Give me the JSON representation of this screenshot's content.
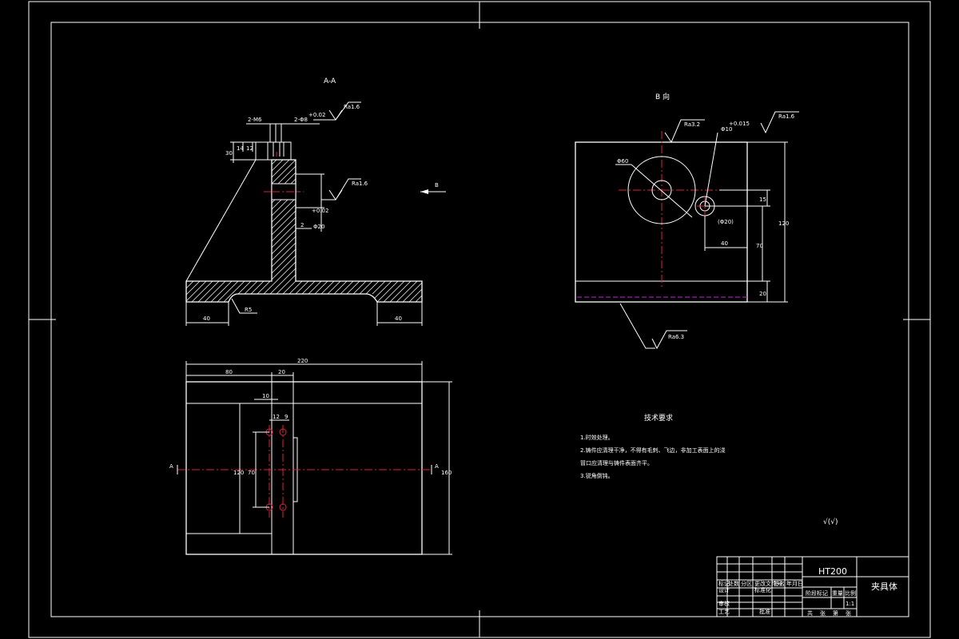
{
  "section_view": {
    "title": "A-A",
    "dims": {
      "holes_m": "2-M6",
      "holes_phi": "2-Φ8",
      "phi_tol": "+0.02",
      "rough_top": "Ra1.6",
      "rough_bore": "Ra1.6",
      "bore_dim": "Φ20",
      "bore_tol": "+0.02",
      "h30": "30",
      "h14": "14",
      "h12": "12",
      "gap2": "2",
      "radius": "R5",
      "left40": "40",
      "right40": "40"
    }
  },
  "arrow_b": {
    "label": "B"
  },
  "view_b": {
    "title": "B 向",
    "dims": {
      "rough_top": "Ra3.2",
      "rough_right": "Ra1.6",
      "rough_bottom": "Ra6.3",
      "phi60": "Φ60",
      "phi_small": "Φ10",
      "phi_small_tol": "+0.015",
      "phi20": "(Φ20)",
      "d15": "15",
      "d40": "40",
      "d70": "70",
      "d120": "120",
      "d20": "20"
    }
  },
  "plan_view": {
    "dims": {
      "w220": "220",
      "w80": "80",
      "w20": "20",
      "w10": "10",
      "w12": "12",
      "w9": "9",
      "h120": "120",
      "h70": "70",
      "h160": "160"
    },
    "section_mark": "A"
  },
  "tech_req": {
    "title": "技术要求",
    "lines": [
      "1.时效处理。",
      "2.铸件应清理干净，不得有毛刺、飞边，非加工表面上的浇",
      "冒口应清理与铸件表面齐平。",
      "3.锐角倒钝。"
    ]
  },
  "roughness_note": "√(√)",
  "title_block": {
    "material": "HT200",
    "part_name": "夹具体",
    "scale": "1:1",
    "labels": [
      "标记",
      "处数",
      "分区",
      "更改文件号",
      "签名",
      "年月日",
      "设计",
      "标准化",
      "审核",
      "工艺",
      "批准",
      "阶段标记",
      "重量",
      "比例",
      "共",
      "张",
      "第",
      "张"
    ]
  }
}
